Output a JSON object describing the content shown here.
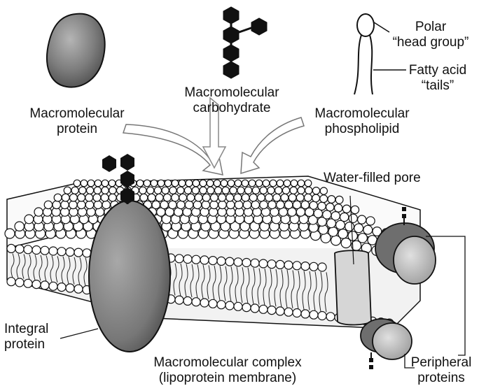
{
  "labels": {
    "protein": [
      "Macromolecular",
      "protein"
    ],
    "carbohydrate": [
      "Macromolecular",
      "carbohydrate"
    ],
    "phospholipid": [
      "Macromolecular",
      "phospholipid"
    ],
    "polar_head": [
      "Polar",
      "“head group”"
    ],
    "fatty_tails": [
      "Fatty acid",
      "“tails”"
    ],
    "pore": "Water-filled pore",
    "integral": [
      "Integral",
      "protein"
    ],
    "complex": [
      "Macromolecular complex",
      "(lipoprotein membrane)"
    ],
    "peripheral": [
      "Peripheral",
      "proteins"
    ]
  },
  "colors": {
    "ink": "#111111",
    "protein_fill": "#8a8a8a",
    "protein_dark": "#5f5f5f",
    "light_protein": "#c9c9c9",
    "pore_fill": "#d8d8d8",
    "head_fill": "#ffffff"
  }
}
